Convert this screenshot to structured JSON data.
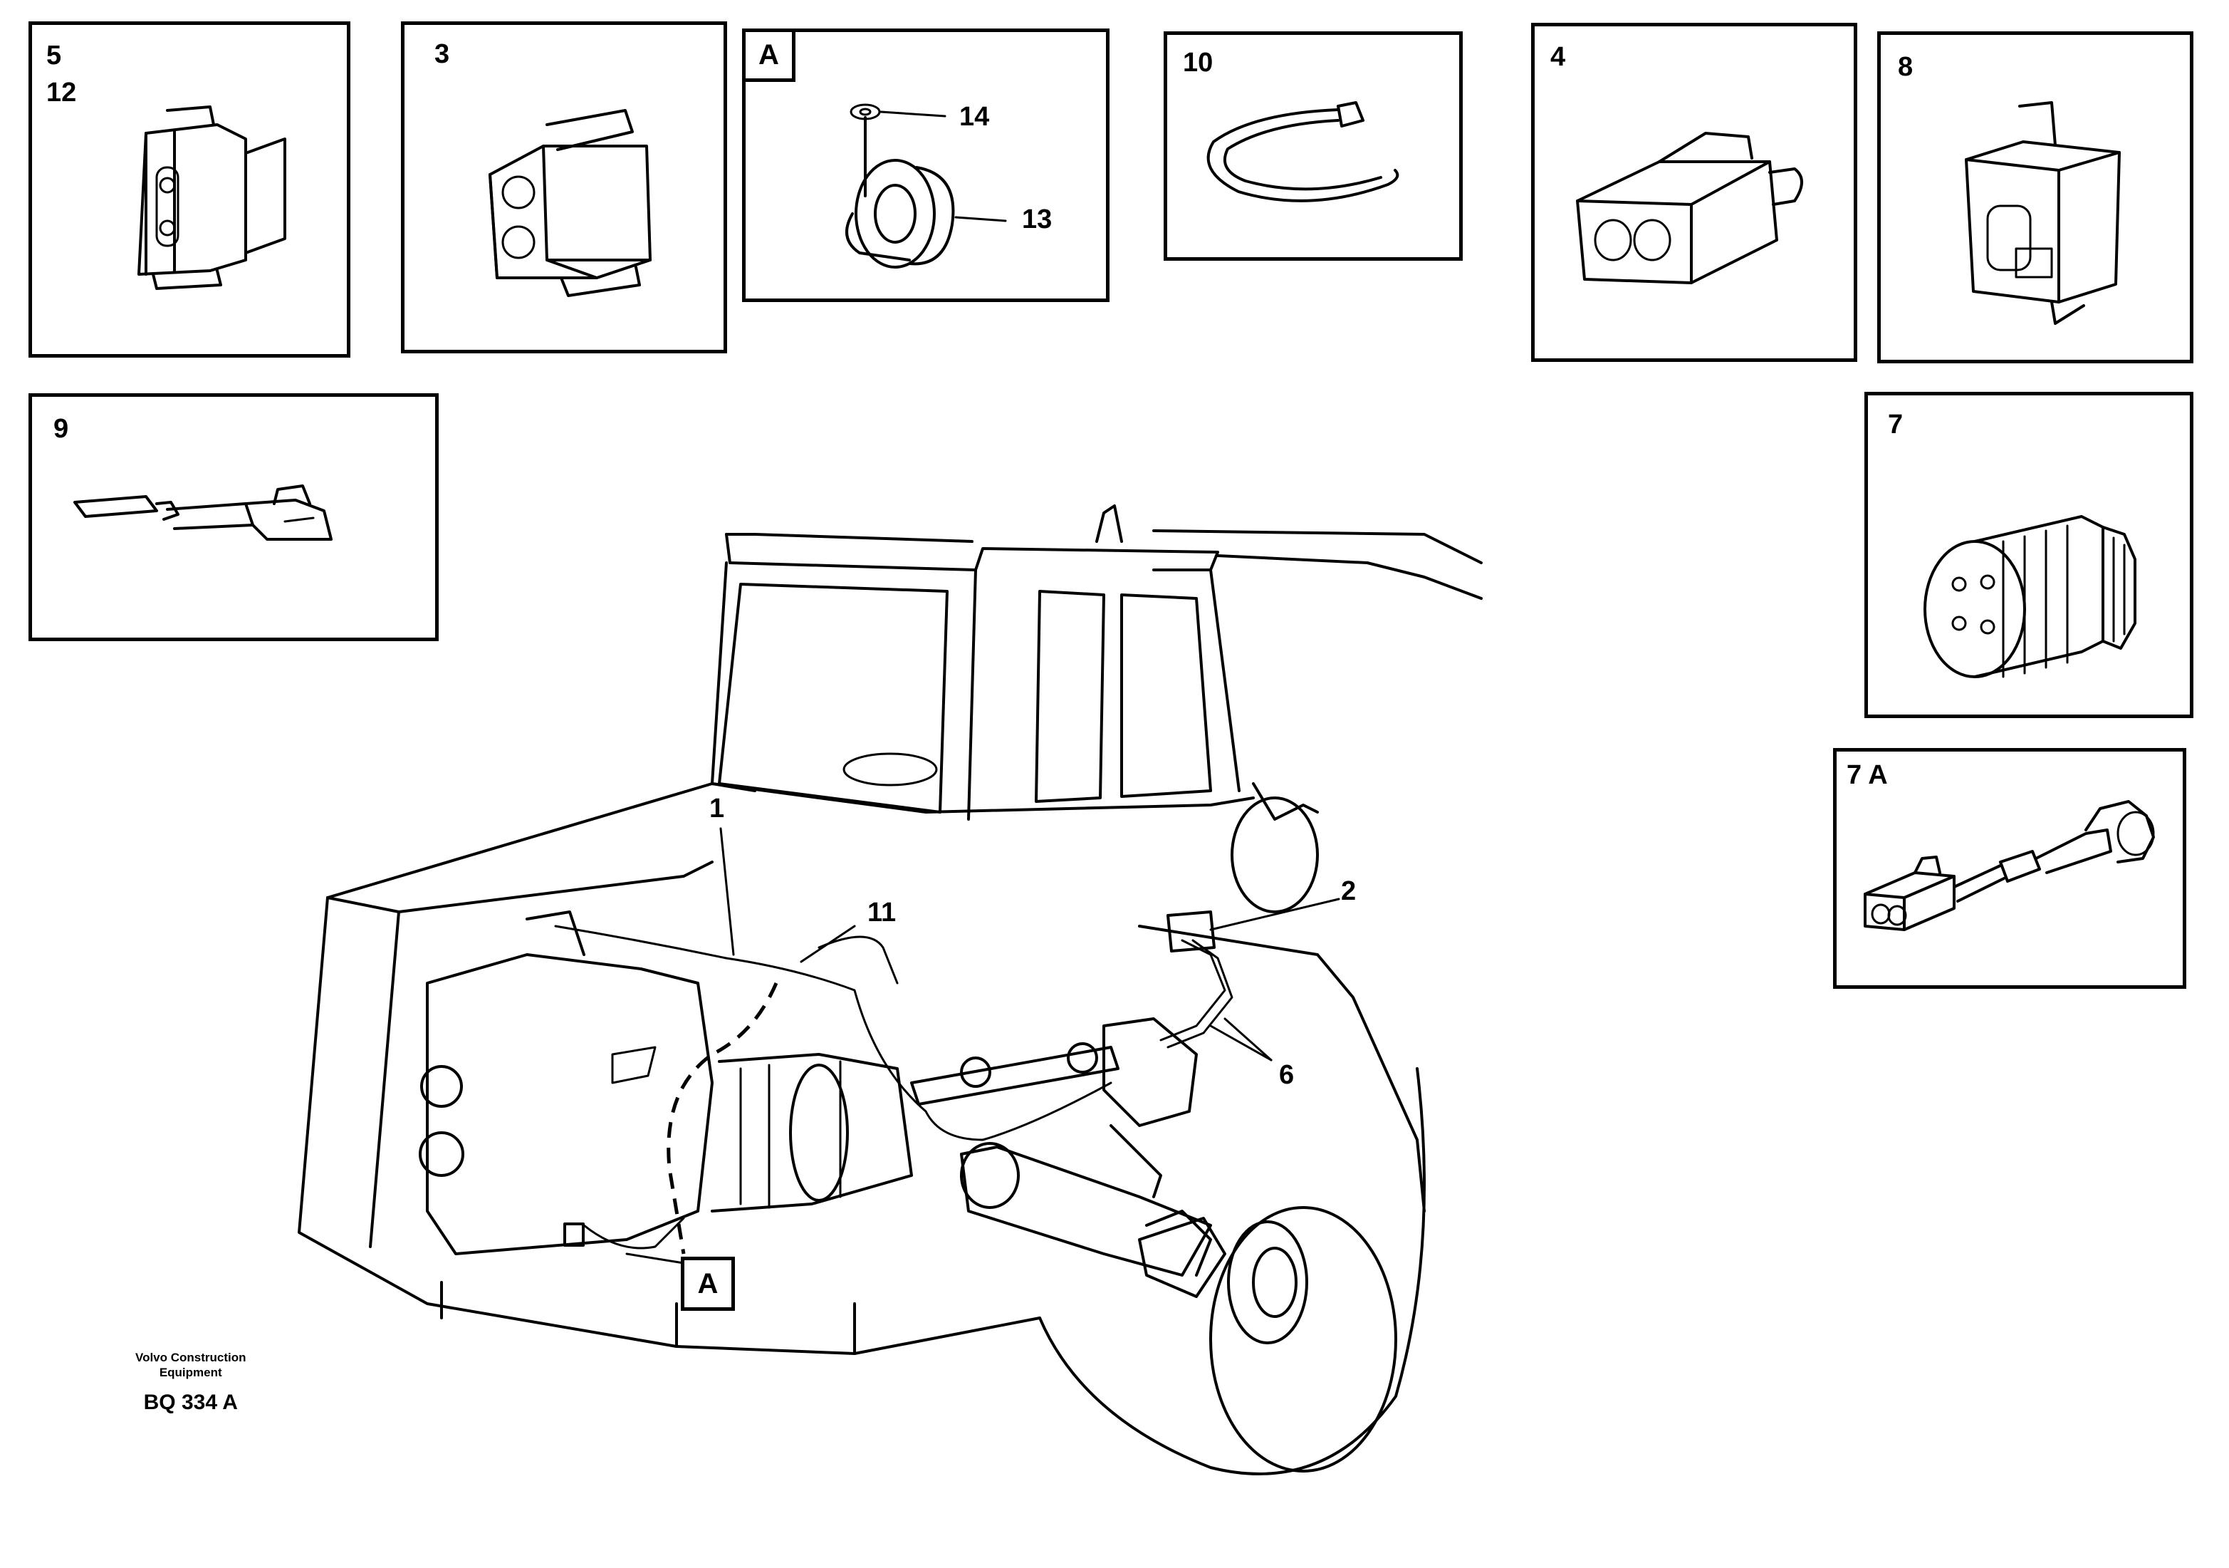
{
  "panels": {
    "p5_12": {
      "label_top": "5",
      "label_bottom": "12"
    },
    "p3": {
      "label": "3"
    },
    "pA": {
      "tag": "A",
      "callout_14": "14",
      "callout_13": "13"
    },
    "p10": {
      "label": "10"
    },
    "p4": {
      "label": "4"
    },
    "p8": {
      "label": "8"
    },
    "p9": {
      "label": "9"
    },
    "p7": {
      "label": "7"
    },
    "p7a": {
      "label": "7 A"
    }
  },
  "callouts": {
    "c1": "1",
    "c2": "2",
    "c6": "6",
    "c11": "11",
    "tag_a": "A"
  },
  "footer": {
    "brand_line1": "Volvo Construction",
    "brand_line2": "Equipment",
    "code": "BQ 334 A"
  }
}
